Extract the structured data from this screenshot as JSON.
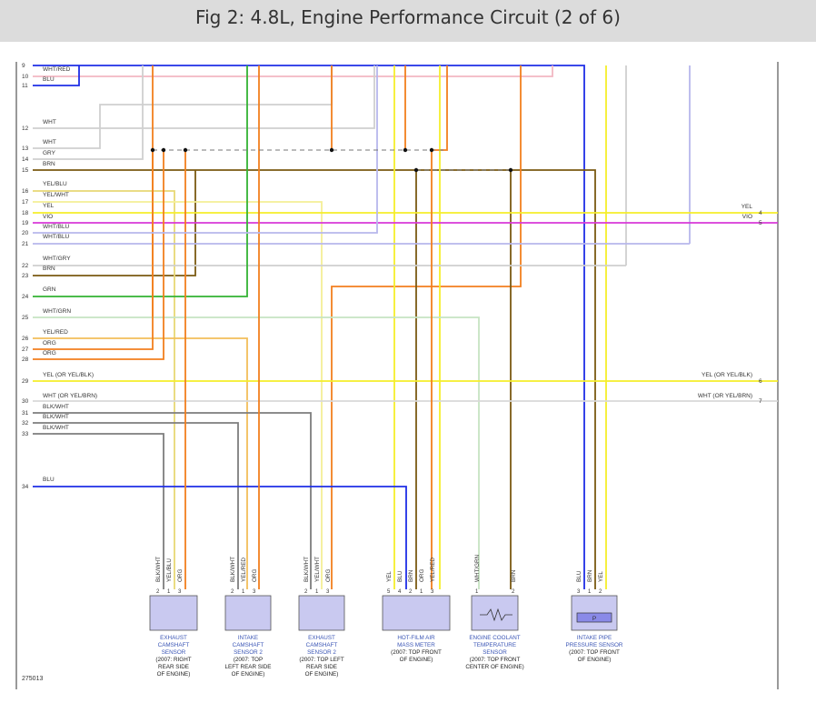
{
  "header": {
    "title": "Fig 2: 4.8L, Engine Performance Circuit (2 of 6)"
  },
  "figure_id": "275013",
  "colors": {
    "WHT": "#cfcfcf",
    "BLU": "#1f2ee6",
    "PINK": "#f2b8c3",
    "ORG": "#f27f1e",
    "GRY": "#9a9a9a",
    "BRN": "#7a5a12",
    "YEL": "#f5ee2a",
    "VIO": "#d838d8",
    "WHTBLU": "#b7b7ec",
    "GRN": "#33b233",
    "WHTGRN": "#c6e4c2",
    "YELBLU": "#e8d875",
    "YELWHT": "#f4ef96",
    "YELRED": "#f2be5a",
    "BLKWHT": "#7d7d7d"
  },
  "left_pins": [
    {
      "num": "9",
      "label": "WHT/RED"
    },
    {
      "num": "10",
      "label": "BLU"
    },
    {
      "num": "11",
      "label": ""
    },
    {
      "num": "12",
      "label": "WHT"
    },
    {
      "num": "13",
      "label": "WHT"
    },
    {
      "num": "14",
      "label": "GRY"
    },
    {
      "num": "15",
      "label": "BRN"
    },
    {
      "num": "16",
      "label": "YEL/BLU"
    },
    {
      "num": "17",
      "label": "YEL/WHT"
    },
    {
      "num": "18",
      "label": "YEL"
    },
    {
      "num": "19",
      "label": "VIO"
    },
    {
      "num": "20",
      "label": "WHT/BLU"
    },
    {
      "num": "21",
      "label": "WHT/BLU"
    },
    {
      "num": "22",
      "label": "WHT/GRY"
    },
    {
      "num": "23",
      "label": "BRN"
    },
    {
      "num": "24",
      "label": "GRN"
    },
    {
      "num": "25",
      "label": "WHT/GRN"
    },
    {
      "num": "26",
      "label": "YEL/RED"
    },
    {
      "num": "27",
      "label": "ORG"
    },
    {
      "num": "28",
      "label": "ORG"
    },
    {
      "num": "29",
      "label": "YEL  (OR YEL/BLK)"
    },
    {
      "num": "30",
      "label": "WHT  (OR YEL/BRN)"
    },
    {
      "num": "31",
      "label": "BLK/WHT"
    },
    {
      "num": "32",
      "label": "BLK/WHT"
    },
    {
      "num": "33",
      "label": "BLK/WHT"
    },
    {
      "num": "34",
      "label": "BLU"
    }
  ],
  "right_pins": [
    {
      "num": "4",
      "label": "YEL"
    },
    {
      "num": "5",
      "label": "VIO"
    },
    {
      "num": "6",
      "label": "YEL      (OR YEL/BLK)"
    },
    {
      "num": "7",
      "label": "WHT      (OR YEL/BRN)"
    }
  ],
  "components": [
    {
      "name": "EXHAUST CAMSHAFT SENSOR",
      "label_lines": [
        "EXHAUST",
        "CAMSHAFT",
        "SENSOR"
      ],
      "note_lines": [
        "(2007: RIGHT",
        "REAR SIDE",
        "OF ENGINE)"
      ],
      "pins": [
        {
          "num": "2",
          "wire": "BLK/WHT"
        },
        {
          "num": "1",
          "wire": "YEL/BLU"
        },
        {
          "num": "3",
          "wire": "ORG"
        }
      ]
    },
    {
      "name": "INTAKE CAMSHAFT SENSOR 2",
      "label_lines": [
        "INTAKE",
        "CAMSHAFT",
        "SENSOR 2"
      ],
      "note_lines": [
        "(2007: TOP",
        "LEFT REAR SIDE",
        "OF ENGINE)"
      ],
      "pins": [
        {
          "num": "2",
          "wire": "BLK/WHT"
        },
        {
          "num": "1",
          "wire": "YEL/RED"
        },
        {
          "num": "3",
          "wire": "ORG"
        }
      ]
    },
    {
      "name": "EXHAUST CAMSHAFT SENSOR 2",
      "label_lines": [
        "EXHAUST",
        "CAMSHAFT",
        "SENSOR 2"
      ],
      "note_lines": [
        "(2007: TOP LEFT",
        "REAR SIDE",
        "OF ENGINE)"
      ],
      "pins": [
        {
          "num": "2",
          "wire": "BLK/WHT"
        },
        {
          "num": "1",
          "wire": "YEL/WHT"
        },
        {
          "num": "3",
          "wire": "ORG"
        }
      ]
    },
    {
      "name": "HOT-FILM AIR MASS METER",
      "label_lines": [
        "HOT-FILM AIR",
        "MASS METER"
      ],
      "note_lines": [
        "(2007: TOP FRONT",
        "OF ENGINE)"
      ],
      "pins": [
        {
          "num": "5",
          "wire": "YEL"
        },
        {
          "num": "4",
          "wire": "BLU"
        },
        {
          "num": "2",
          "wire": "BRN"
        },
        {
          "num": "1",
          "wire": "ORG"
        },
        {
          "num": "3",
          "wire": "YEL/RED"
        }
      ]
    },
    {
      "name": "ENGINE COOLANT TEMPERATURE SENSOR",
      "label_lines": [
        "ENGINE COOLANT",
        "TEMPERATURE",
        "SENSOR"
      ],
      "note_lines": [
        "(2007: TOP FRONT",
        "CENTER OF ENGINE)"
      ],
      "pins": [
        {
          "num": "1",
          "wire": "WHT/GRN"
        },
        {
          "num": "2",
          "wire": "BRN"
        }
      ]
    },
    {
      "name": "INTAKE PIPE PRESSURE SENSOR",
      "label_lines": [
        "INTAKE PIPE",
        "PRESSURE SENSOR"
      ],
      "note_lines": [
        "(2007: TOP FRONT",
        "OF ENGINE)"
      ],
      "pins": [
        {
          "num": "3",
          "wire": "BLU"
        },
        {
          "num": "1",
          "wire": "BRN"
        },
        {
          "num": "2",
          "wire": "YEL"
        }
      ],
      "symbol_text": "P"
    }
  ]
}
